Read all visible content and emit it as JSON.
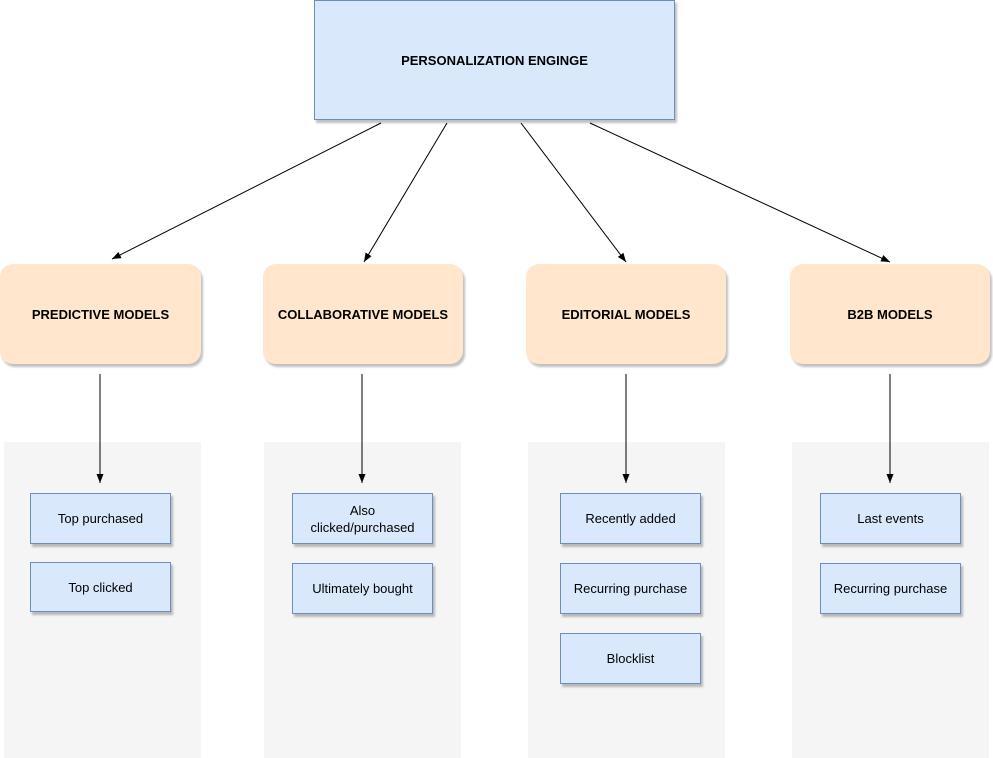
{
  "root": {
    "label": "PERSONALIZATION ENGINGE"
  },
  "categories": [
    {
      "label": "PREDICTIVE MODELS",
      "items": [
        "Top purchased",
        "Top clicked"
      ]
    },
    {
      "label": "COLLABORATIVE MODELS",
      "items": [
        "Also clicked/purchased",
        "Ultimately bought"
      ]
    },
    {
      "label": "EDITORIAL MODELS",
      "items": [
        "Recently added",
        "Recurring purchase",
        "Blocklist"
      ]
    },
    {
      "label": "B2B MODELS",
      "items": [
        "Last events",
        "Recurring purchase"
      ]
    }
  ],
  "colors": {
    "root_fill": "#dae8fc",
    "category_fill": "#ffe6cc",
    "leaf_fill": "#dae8fc",
    "panel_fill": "#f5f5f5",
    "edge": "#000000"
  }
}
